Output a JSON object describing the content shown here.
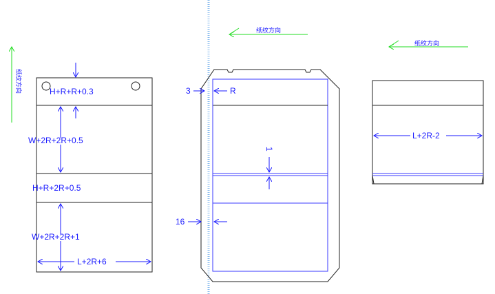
{
  "grain_direction_label": "纸纹方向",
  "panel_left": {
    "dims": {
      "top_height": "H+R+R+0.3",
      "upper_width": "W+2R+2R+0.5",
      "middle_height": "H+R+2R+0.5",
      "lower_width": "W+2R+2R+1",
      "bottom_length": "L+2R+6"
    }
  },
  "panel_middle": {
    "dims": {
      "edge_3": "3",
      "radius": "R",
      "gap": "1",
      "edge_16": "16"
    }
  },
  "panel_right": {
    "dims": {
      "length": "L+2R-2"
    }
  },
  "colors": {
    "dimension": "#1a1aff",
    "outline": "#222222",
    "inner_line": "#3a3aff",
    "grain_arrow": "#22dd22",
    "fold_line": "#88bbee"
  }
}
